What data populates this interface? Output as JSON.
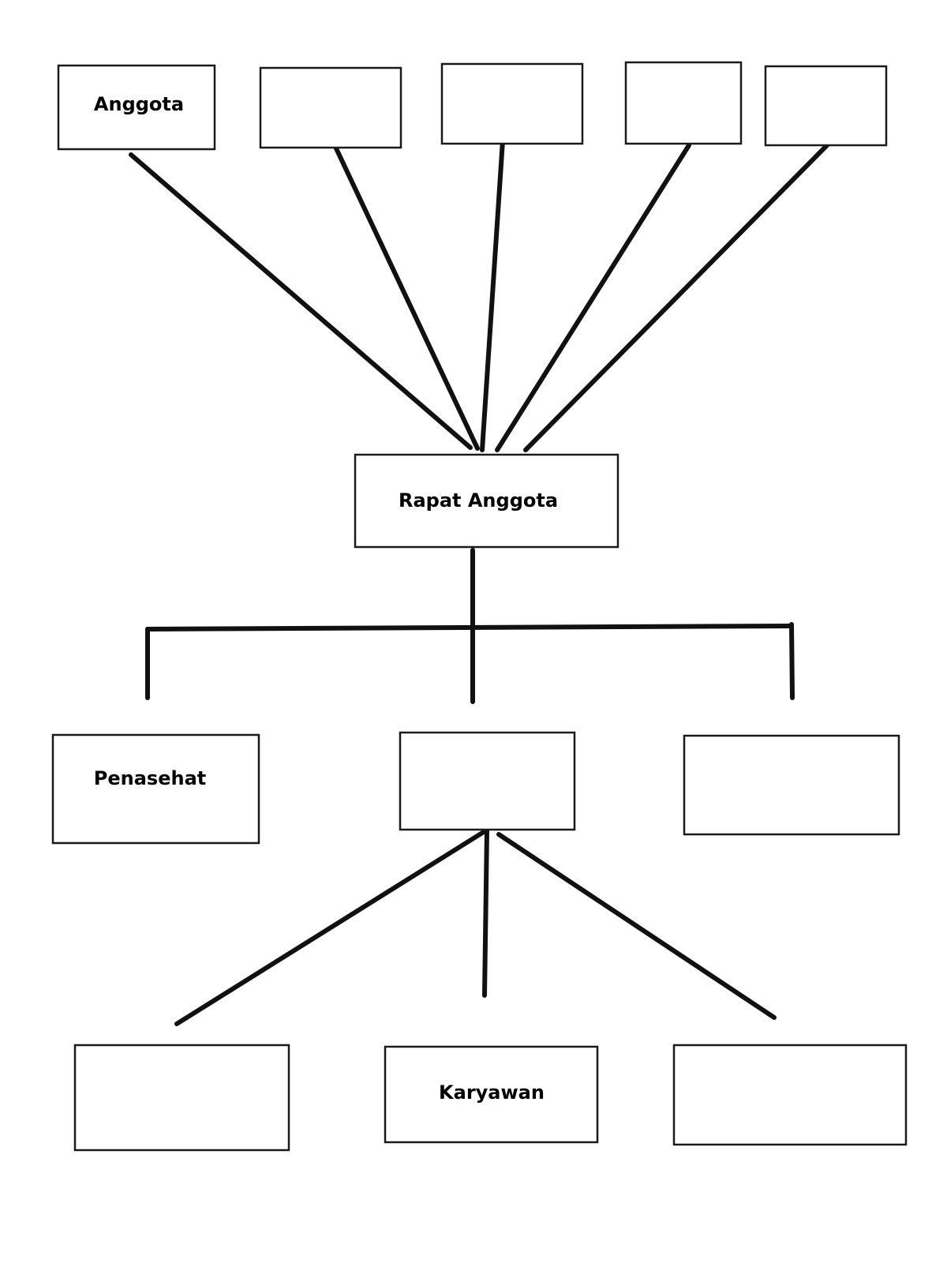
{
  "nodes": {
    "top_1": {
      "label": "Anggota"
    },
    "top_2": {
      "label": ""
    },
    "top_3": {
      "label": ""
    },
    "top_4": {
      "label": ""
    },
    "top_5": {
      "label": ""
    },
    "rapat": {
      "label": "Rapat Anggota"
    },
    "mid_left": {
      "label": "Penasehat"
    },
    "mid_center": {
      "label": ""
    },
    "mid_right": {
      "label": ""
    },
    "bottom_left": {
      "label": ""
    },
    "bottom_center": {
      "label": "Karyawan"
    },
    "bottom_right": {
      "label": ""
    }
  },
  "connections": [
    [
      "top_1",
      "rapat"
    ],
    [
      "top_2",
      "rapat"
    ],
    [
      "top_3",
      "rapat"
    ],
    [
      "top_4",
      "rapat"
    ],
    [
      "top_5",
      "rapat"
    ],
    [
      "rapat",
      "mid_left"
    ],
    [
      "rapat",
      "mid_center"
    ],
    [
      "rapat",
      "mid_right"
    ],
    [
      "mid_center",
      "bottom_left"
    ],
    [
      "mid_center",
      "bottom_center"
    ],
    [
      "mid_center",
      "bottom_right"
    ]
  ]
}
